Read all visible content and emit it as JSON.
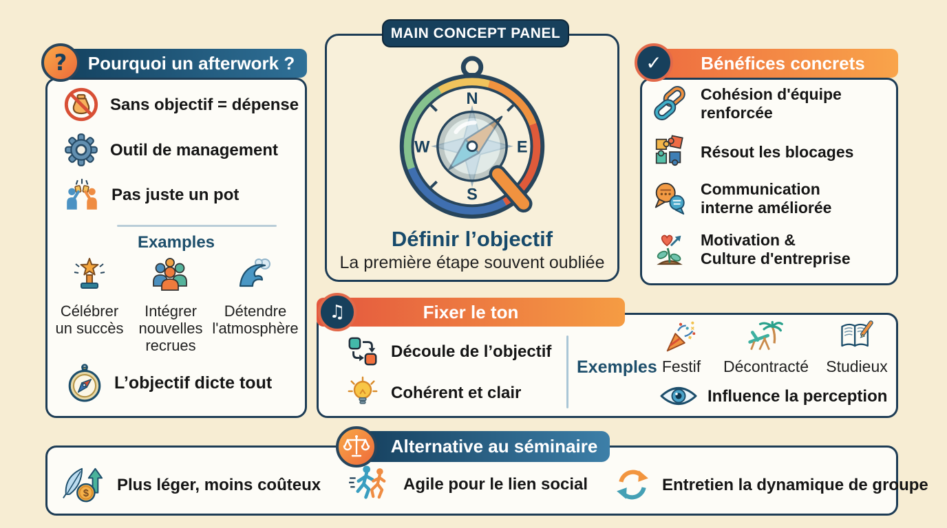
{
  "colors": {
    "background": "#f7edd3",
    "panel_border": "#1d3c55",
    "panel_bg": "#fdfcf7",
    "navy": "#17405c",
    "header_blue_from": "#123f5c",
    "header_blue_to": "#2f7097",
    "header_orange_from": "#ed6a3f",
    "header_orange_to": "#f9a44a",
    "header_red_from": "#e4573e",
    "header_red_to": "#f59c43",
    "accent_coral": "#e2694a"
  },
  "panels": {
    "why": {
      "title": "Pourquoi un afterwork ?",
      "icon_glyph": "?",
      "items": [
        {
          "icon": "no-spending-icon",
          "label": "Sans objectif = dépense"
        },
        {
          "icon": "gear-icon",
          "label": "Outil de management"
        },
        {
          "icon": "toast-icon",
          "label": "Pas juste un pot"
        }
      ],
      "examples_title": "Examples",
      "examples": [
        {
          "icon": "trophy-star-icon",
          "label": "Célébrer\nun succès"
        },
        {
          "icon": "team-group-icon",
          "label": "Intégrer\nnouvelles\nrecrues"
        },
        {
          "icon": "wave-icon",
          "label": "Détendre\nl'atmosphère"
        }
      ],
      "footer": {
        "icon": "compass-small-icon",
        "label": "L’objectif dicte tout"
      }
    },
    "main": {
      "tag": "MAIN CONCEPT PANEL",
      "title": "Définir l’objectif",
      "subtitle": "La première étape souvent oubliée",
      "compass": {
        "icon": "compass-magnifier-icon",
        "cardinals": {
          "n": "N",
          "e": "E",
          "s": "S",
          "w": "W"
        }
      }
    },
    "benefits": {
      "title": "Bénéfices concrets",
      "icon_glyph": "✓",
      "items": [
        {
          "icon": "chain-link-icon",
          "label": "Cohésion d'équipe\nrenforcée"
        },
        {
          "icon": "puzzle-icon",
          "label": "Résout les blocages"
        },
        {
          "icon": "chat-bubbles-icon",
          "label": "Communication\ninterne améliorée"
        },
        {
          "icon": "growth-heart-icon",
          "label": "Motivation &\nCulture d'entreprise"
        }
      ]
    },
    "tone": {
      "title": "Fixer le ton",
      "icon_glyph": "♫",
      "items": [
        {
          "icon": "flow-steps-icon",
          "label": "Découle de l’objectif"
        },
        {
          "icon": "lightbulb-icon",
          "label": "Cohérent et clair"
        }
      ],
      "examples_title": "Exemples",
      "examples": [
        {
          "icon": "party-popper-icon",
          "label": "Festif"
        },
        {
          "icon": "beach-chair-icon",
          "label": "Décontracté"
        },
        {
          "icon": "open-book-icon",
          "label": "Studieux"
        }
      ],
      "note": {
        "icon": "eye-icon",
        "label": "Influence la perception"
      }
    },
    "alternative": {
      "title": "Alternative au séminaire",
      "items": [
        {
          "icon": "feather-coin-icon",
          "label": "Plus léger, moins coûteux"
        },
        {
          "icon": "running-people-icon",
          "label": "Agile pour le lien social"
        },
        {
          "icon": "cycle-arrows-icon",
          "label": "Entretien la dynamique de groupe"
        }
      ]
    }
  }
}
